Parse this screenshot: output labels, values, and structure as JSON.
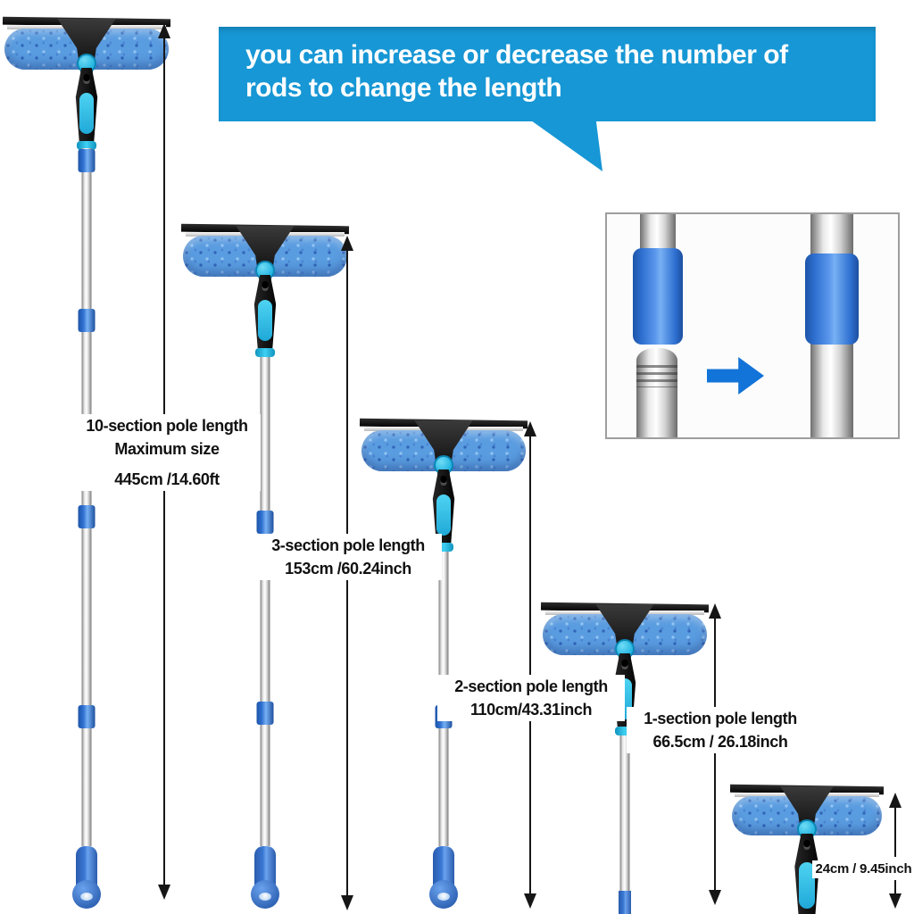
{
  "banner": {
    "lines": [
      "you can increase or decrease the number of",
      "rods to change the length"
    ]
  },
  "measurements": [
    {
      "name": "10-section",
      "lines": [
        "10-section pole length",
        "Maximum size",
        "445cm /14.60ft"
      ]
    },
    {
      "name": "3-section",
      "lines": [
        "3-section pole length",
        "153cm /60.24inch"
      ]
    },
    {
      "name": "2-section",
      "lines": [
        "2-section pole length",
        "110cm/43.31inch"
      ]
    },
    {
      "name": "1-section",
      "lines": [
        "1-section pole length",
        "66.5cm / 26.18inch"
      ]
    },
    {
      "name": "handle-only",
      "lines": [
        "24cm / 9.45inch"
      ]
    }
  ],
  "icons": {
    "dimension_arrow": "double-headed-vertical-arrow",
    "inset_arrow": "arrow-right"
  },
  "colors": {
    "banner_blue": "#1797d5",
    "pole_band_blue": "#2e6fd0",
    "cyan_accent": "#2fc3ec",
    "mop_blue": "#5a9ce0",
    "inset_arrow_blue": "#1273d8",
    "arrow_black": "#161616"
  }
}
